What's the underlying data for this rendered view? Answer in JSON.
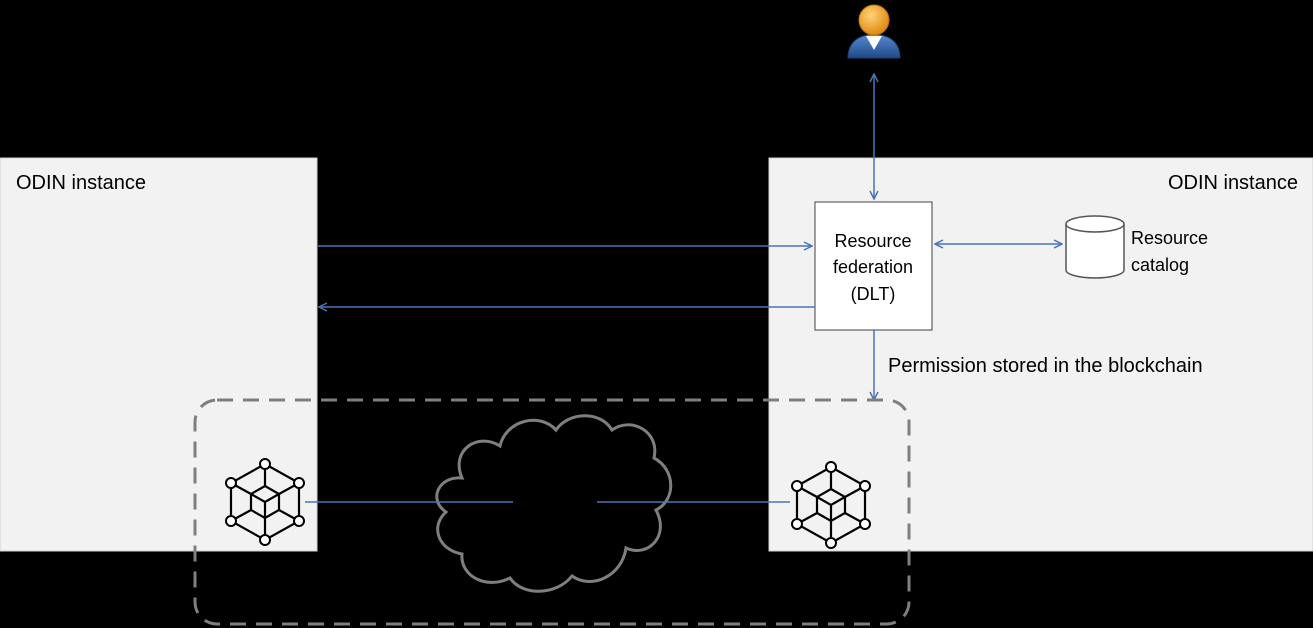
{
  "left_instance": {
    "title": "ODIN instance"
  },
  "right_instance": {
    "title": "ODIN instance"
  },
  "federation": {
    "line1": "Resource",
    "line2": "federation",
    "line3": "(DLT)"
  },
  "catalog": {
    "line1": "Resource",
    "line2": "catalog"
  },
  "permission_text": "Permission stored in the blockchain",
  "icons": {
    "user": "user-icon",
    "database": "database-icon",
    "node": "blockchain-node-icon",
    "cloud": "cloud-icon"
  },
  "colors": {
    "panel": "#f2f2f2",
    "arrow": "#4a74b8",
    "dashed": "#7f7f7f",
    "user_head": "#f0a020",
    "user_body": "#2a5a9a"
  }
}
